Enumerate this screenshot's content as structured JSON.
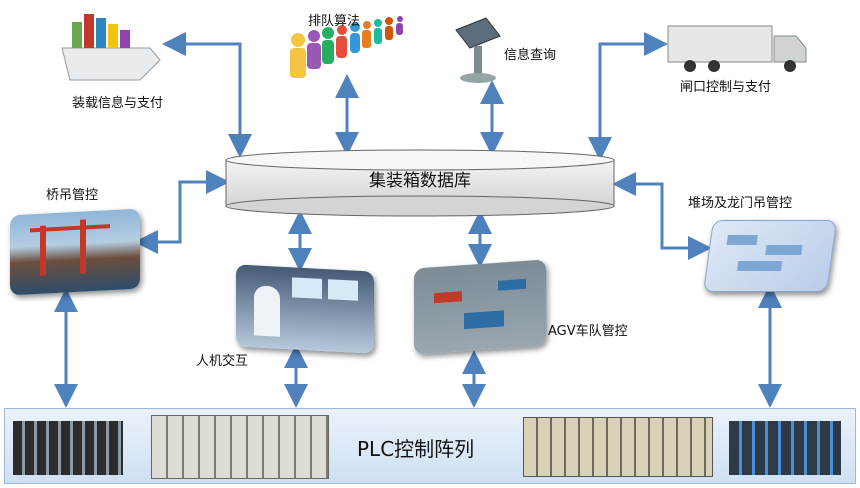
{
  "database": {
    "label": "集装箱数据库"
  },
  "plc": {
    "label": "PLC控制阵列"
  },
  "nodes": {
    "loading": "装载信息与支付",
    "queue": "排队算法",
    "info": "信息查询",
    "gate": "闸口控制与支付",
    "crane": "桥吊管控",
    "yard": "堆场及龙门吊管控",
    "hmi": "人机交互",
    "agv": "AGV车队管控"
  },
  "colors": {
    "arrow": "#4f81bd",
    "db_fill": "#e8e8e8",
    "plc_fill": "#d9e6f5"
  },
  "icons": [
    "cargo-ship-icon",
    "people-queue-icon",
    "kiosk-icon",
    "truck-icon",
    "port-crane-photo",
    "yard-3d-map",
    "operator-photo",
    "agv-fleet-photo",
    "plc-module-icon"
  ]
}
